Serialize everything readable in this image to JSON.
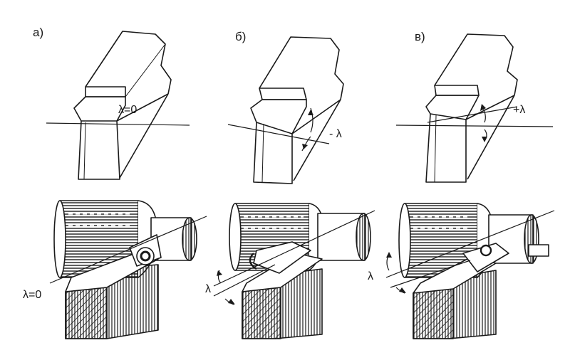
{
  "panels": [
    {
      "label": "а)",
      "top_angle": "λ=0",
      "bottom_angle": "λ=0"
    },
    {
      "label": "б)",
      "top_angle": "- λ",
      "bottom_angle": "λ"
    },
    {
      "label": "в)",
      "top_angle": "+λ",
      "bottom_angle": "λ"
    }
  ],
  "colors": {
    "ink": "#1a1a1a",
    "paper": "#ffffff"
  }
}
